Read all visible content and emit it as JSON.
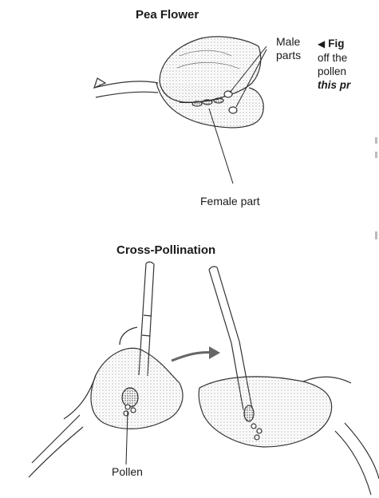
{
  "figure_top": {
    "title": "Pea Flower",
    "label_male_line1": "Male",
    "label_male_line2": "parts",
    "label_female": "Female part"
  },
  "figure_bottom": {
    "title": "Cross-Pollination",
    "label_pollen": "Pollen"
  },
  "caption": {
    "marker": "◀",
    "head": "Fig",
    "line2": "off the",
    "line3": "pollen",
    "line4": "this pr"
  }
}
